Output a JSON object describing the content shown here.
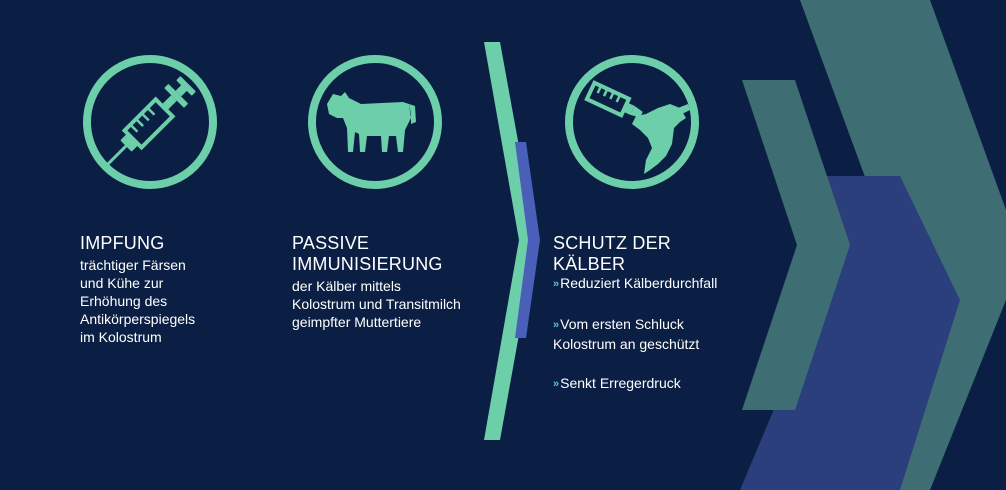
{
  "colors": {
    "background": "#0b1f44",
    "mint": "#6dcfaa",
    "teal_chevron": "#3e6e73",
    "blue_chevron": "#2c3f7d",
    "accent_blue": "#4a5fb8"
  },
  "columns": [
    {
      "icon": "syringe-icon",
      "title": "IMPFUNG",
      "body_lines": [
        "trächtiger Färsen",
        "und Kühe zur",
        "Erhöhung des",
        "Antikörperspiegels",
        "im Kolostrum"
      ]
    },
    {
      "icon": "cow-icon",
      "title_lines": [
        "PASSIVE",
        "IMMUNISIERUNG"
      ],
      "body_lines": [
        "der Kälber mittels",
        "Kolostrum und Transitmilch",
        "geimpfter Muttertiere"
      ]
    },
    {
      "icon": "calf-bottle-icon",
      "title_lines": [
        "SCHUTZ DER",
        "KÄLBER"
      ],
      "bullet_mark": "»",
      "bullets": [
        {
          "lines": [
            "Reduziert Kälberdurchfall"
          ]
        },
        {
          "lines": [
            "Vom ersten Schluck",
            "Kolostrum an geschützt"
          ]
        },
        {
          "lines": [
            "Senkt Erregerdruck"
          ]
        }
      ]
    }
  ]
}
